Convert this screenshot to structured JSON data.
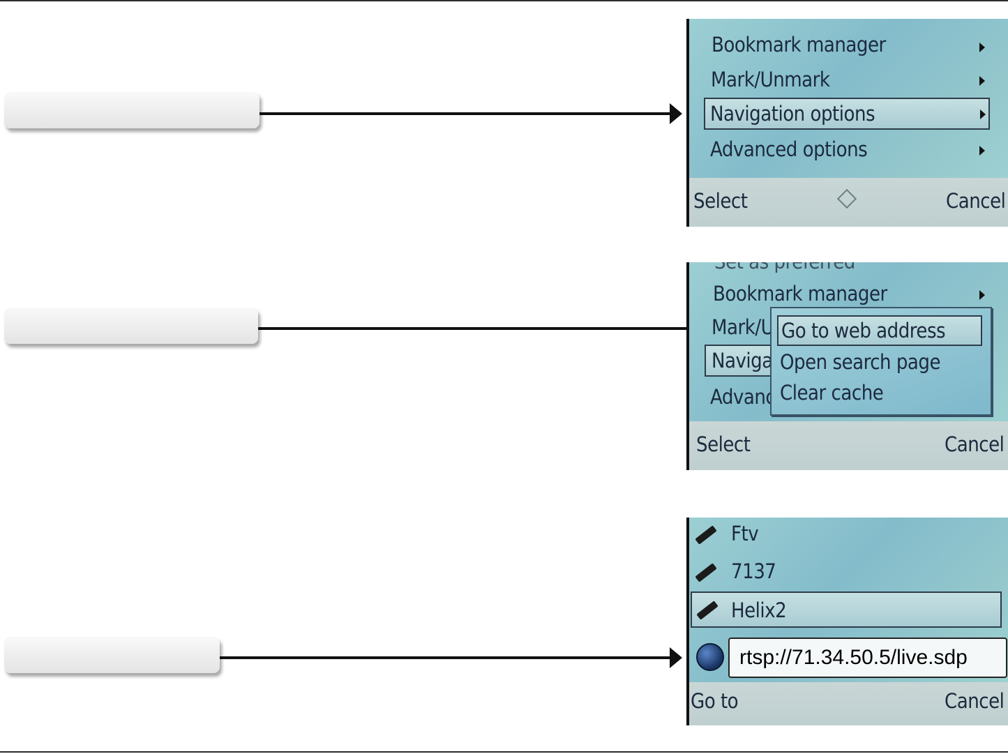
{
  "screens": [
    {
      "menu": [
        {
          "label": "Bookmark manager"
        },
        {
          "label": "Mark/Unmark"
        },
        {
          "label": "Navigation options"
        },
        {
          "label": "Advanced options"
        }
      ],
      "softkeys": {
        "left": "Select",
        "right": "Cancel"
      }
    },
    {
      "partial_top": "Set as preferred",
      "menu": [
        {
          "label": "Bookmark manager"
        },
        {
          "label": "Mark/Unmark"
        },
        {
          "label": "Navigation options"
        },
        {
          "label": "Advanced options"
        }
      ],
      "submenu": [
        {
          "label": "Go to web address"
        },
        {
          "label": "Open search page"
        },
        {
          "label": "Clear cache"
        }
      ],
      "softkeys": {
        "left": "Select",
        "right": "Cancel"
      }
    },
    {
      "bookmarks": [
        {
          "label": "Ftv"
        },
        {
          "label": "7137"
        },
        {
          "label": "Helix2"
        }
      ],
      "address": {
        "value": "rtsp://71.34.50.5/live.sdp"
      },
      "softkeys": {
        "left": "Go to",
        "right": "Cancel"
      }
    }
  ],
  "colors": {
    "screen": "#8fc4cc",
    "softbar": "#c4d3d4",
    "rule": "#2b2b2b"
  }
}
